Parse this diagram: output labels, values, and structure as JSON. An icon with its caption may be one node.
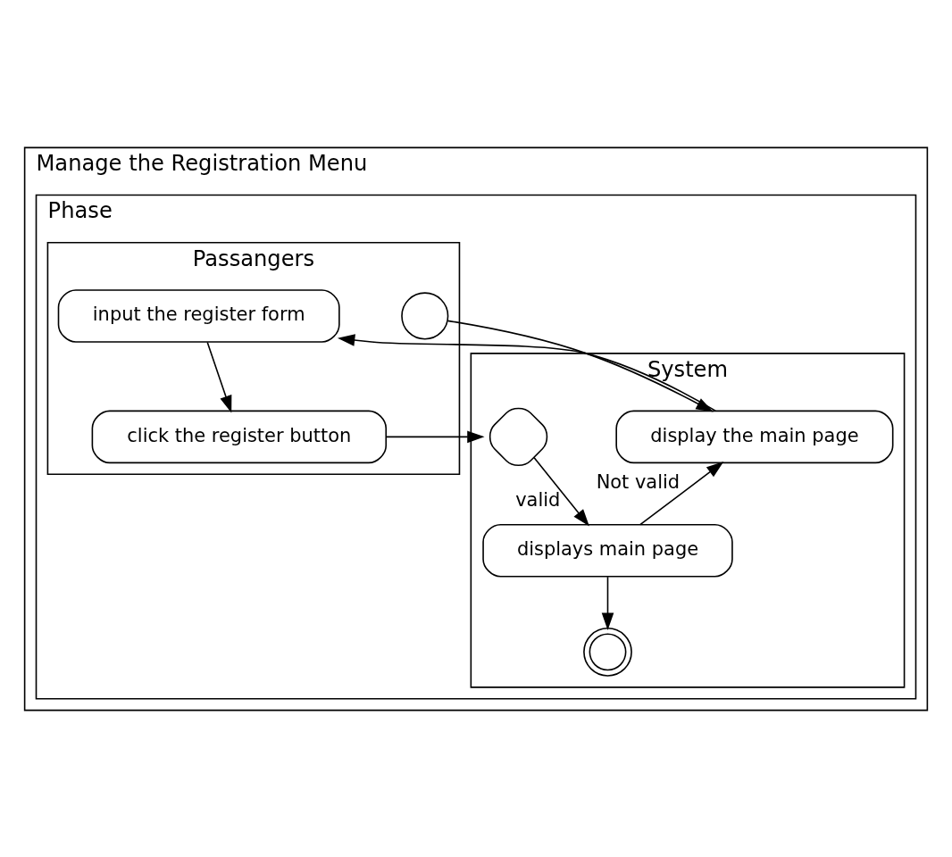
{
  "diagram": {
    "nodes": [
      {
        "text": [
          "Manage the Registration Menu"
        ]
      },
      {
        "text": [
          "Phase"
        ],
        "in": 0
      },
      {
        "text": [
          "Passangers"
        ],
        "in": 1
      },
      {
        "text": [
          "System"
        ],
        "in": 1
      },
      {
        "text": [],
        "shape": "circle",
        "in": 2
      },
      {
        "text": [
          "display the main page"
        ],
        "in": 3
      },
      {
        "text": [
          "input the register form"
        ],
        "in": 2
      },
      {
        "text": [
          "click the register button"
        ],
        "in": 2
      },
      {
        "text": [],
        "shape": "diamond",
        "in": 3
      },
      {
        "text": [
          "displays main page"
        ],
        "in": 3
      },
      {
        "text": [],
        "shape": "doublecircle",
        "in": 3
      }
    ],
    "edges": [
      {
        "from": 4,
        "to": 5,
        "arrow": "to"
      },
      {
        "from": 5,
        "to": 6,
        "arrow": "to"
      },
      {
        "from": 6,
        "to": 7,
        "arrow": "to"
      },
      {
        "from": 7,
        "to": 8,
        "arrow": "to"
      },
      {
        "from": 8,
        "to": 9,
        "arrow": "to",
        "label": "valid"
      },
      {
        "from": 9,
        "to": 5,
        "arrow": "to",
        "label": "Not valid"
      },
      {
        "from": 9,
        "to": 10,
        "arrow": "to"
      }
    ]
  }
}
